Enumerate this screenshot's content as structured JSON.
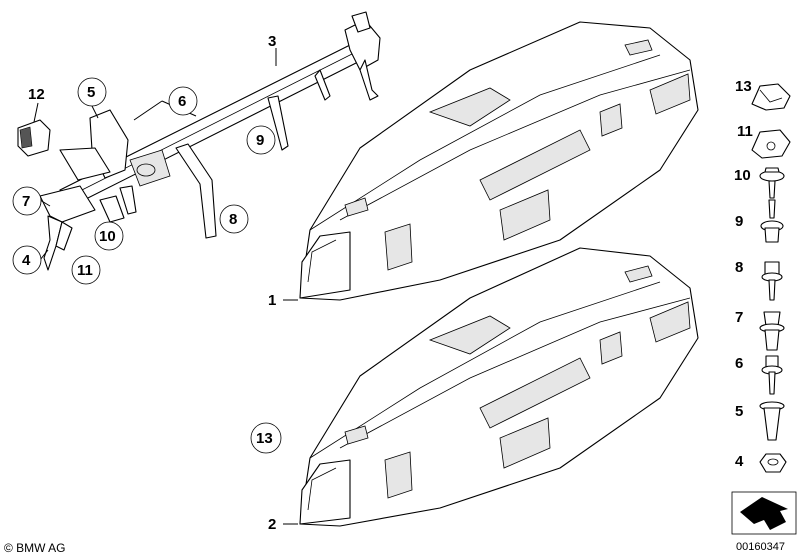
{
  "callouts": {
    "c1": "1",
    "c2": "2",
    "c3": "3",
    "c4": "4",
    "c5": "5",
    "c6": "6",
    "c7": "7",
    "c8": "8",
    "c9": "9",
    "c10": "10",
    "c11": "11",
    "c12": "12",
    "c13": "13"
  },
  "fasteners": [
    "13",
    "11",
    "10",
    "9",
    "8",
    "7",
    "6",
    "5",
    "4"
  ],
  "footer": {
    "copyright": "© BMW AG",
    "image_number": "00160347"
  }
}
